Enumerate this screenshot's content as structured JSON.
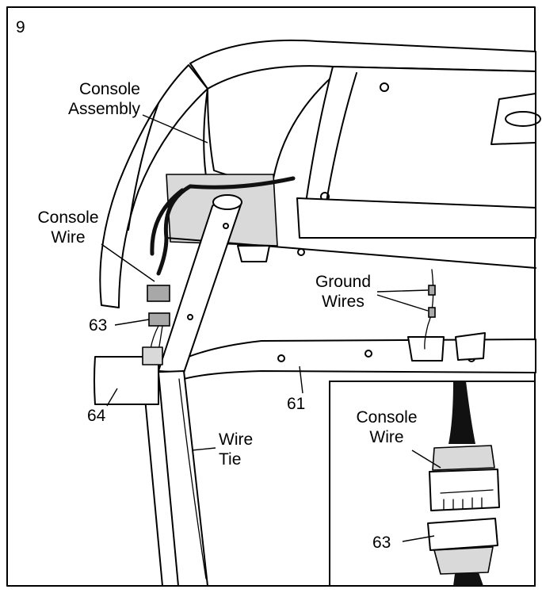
{
  "step_number": "9",
  "labels": {
    "console_assembly": [
      "Console",
      "Assembly"
    ],
    "console_wire": [
      "Console",
      "Wire"
    ],
    "ground_wires": [
      "Ground",
      "Wires"
    ],
    "part_63": "63",
    "part_61": "61",
    "part_64": "64",
    "wire_tie": [
      "Wire",
      "Tie"
    ]
  },
  "inset": {
    "console_wire": [
      "Console",
      "Wire"
    ],
    "part_63": "63"
  }
}
